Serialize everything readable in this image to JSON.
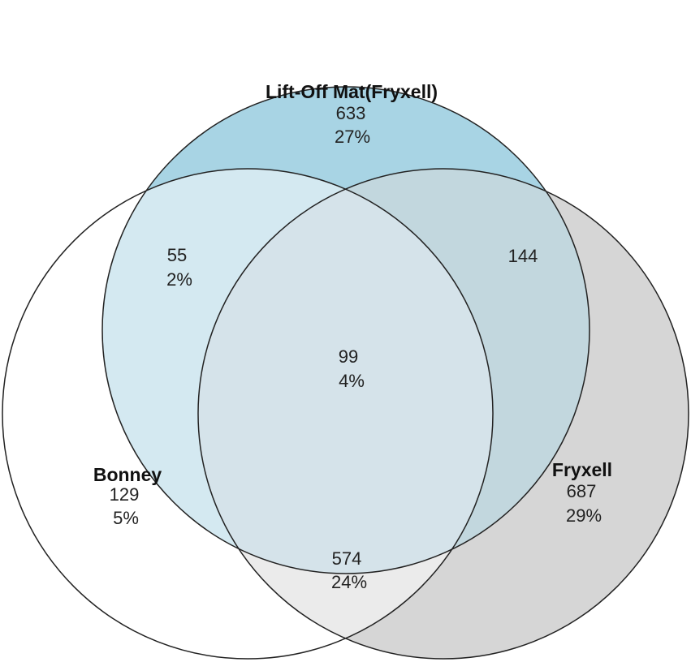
{
  "sets": [
    {
      "id": "lift_off",
      "name": "Lift-Off Mat(Fryxell)",
      "count": "633",
      "percent": "27%",
      "color": "#a8d4e4"
    },
    {
      "id": "bonney",
      "name": "Bonney",
      "count": "129",
      "percent": "5%",
      "color": "#ffffff"
    },
    {
      "id": "fryxell",
      "name": "Fryxell",
      "count": "687",
      "percent": "29%",
      "color": "#d6d6d6"
    }
  ],
  "overlaps": {
    "lift_off_bonney": {
      "count": "55",
      "percent": "2%",
      "color": "#d4e9f1"
    },
    "lift_off_fryxell": {
      "count": "144",
      "percent": "",
      "color": "#c2d7de"
    },
    "bonney_fryxell": {
      "count": "574",
      "percent": "24%",
      "color": "#ebebeb"
    },
    "all_three": {
      "count": "99",
      "percent": "4%",
      "color": "#d5e3ea"
    }
  },
  "outline_color": "#222222"
}
